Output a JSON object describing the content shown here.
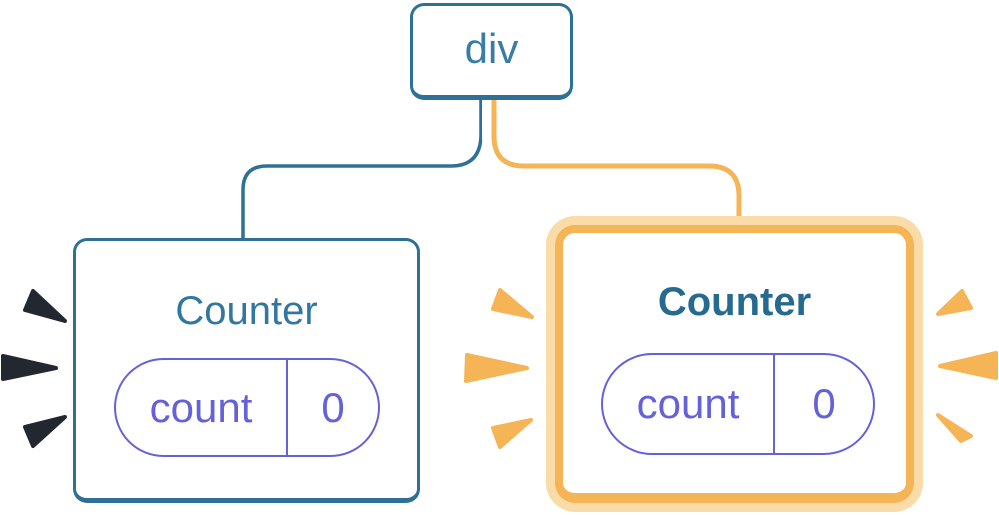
{
  "diagram": {
    "root_node": {
      "label": "div"
    },
    "left_counter": {
      "title": "Counter",
      "state_key": "count",
      "state_value": "0"
    },
    "right_counter": {
      "title": "Counter",
      "state_key": "count",
      "state_value": "0"
    }
  },
  "colors": {
    "blue_border": "#2E7096",
    "blue_text": "#3A7CA6",
    "left_title": "#3177A0",
    "right_title": "#276A8F",
    "purple": "#6561D9",
    "orange": "#F5B455",
    "orange_glow": "#FADCA8",
    "spark_dark": "#23272F",
    "white": "#FFFFFF"
  }
}
